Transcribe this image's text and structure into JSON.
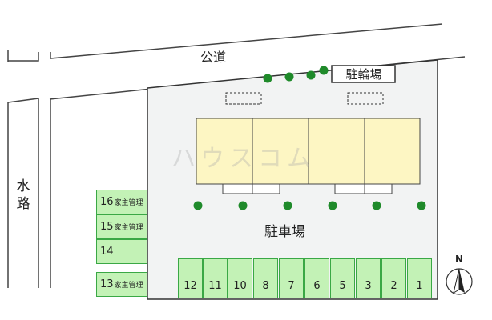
{
  "labels": {
    "road": "公道",
    "waterway": "水路",
    "bicycle_parking": "駐輪場",
    "parking_lot": "駐車場",
    "watermark": "ハウスコム",
    "north": "N"
  },
  "bottom_spaces": [
    "12",
    "11",
    "10",
    "8",
    "7",
    "6",
    "5",
    "3",
    "2",
    "1"
  ],
  "side_spaces": [
    {
      "number": "16",
      "note": "家主管理"
    },
    {
      "number": "15",
      "note": "家主管理"
    },
    {
      "number": "14",
      "note": ""
    },
    {
      "number": "13",
      "note": "家主管理"
    }
  ],
  "colors": {
    "lot": "#f2f3f3",
    "building": "#fdf6c3",
    "space": "#c3f2b6",
    "space_border": "#3aa845",
    "tree": "#1f8a2a"
  }
}
